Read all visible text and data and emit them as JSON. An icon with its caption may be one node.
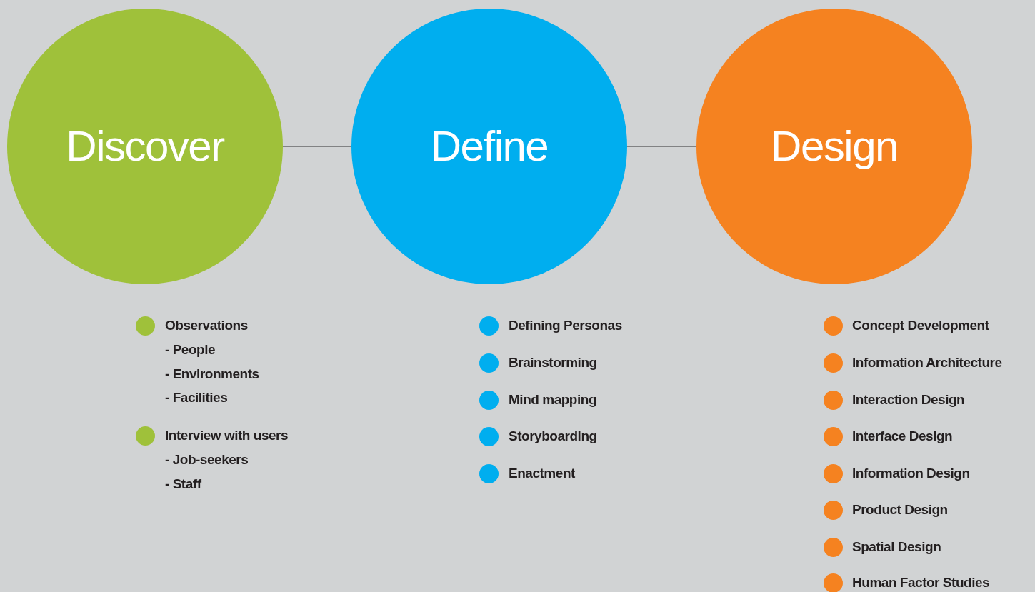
{
  "diagram": {
    "nodes": [
      {
        "text": [
          "Discover"
        ]
      },
      {
        "text": [
          "Define"
        ]
      },
      {
        "text": [
          "Design"
        ]
      }
    ],
    "edges": [
      {
        "from": 0,
        "to": 1,
        "arrow": "none"
      },
      {
        "from": 1,
        "to": 2,
        "arrow": "none"
      }
    ],
    "labels": [
      "Observations",
      "- People",
      "- Environments",
      "- Facilities",
      "Interview with users",
      "- Job-seekers",
      "- Staff",
      "Defining Personas",
      "Brainstorming",
      "Mind mapping",
      "Storyboarding",
      "Enactment",
      "Concept Development",
      "Information Architecture",
      "Interaction Design",
      "Interface Design",
      "Information Design",
      "Product Design",
      "Spatial Design",
      "Human Factor Studies"
    ]
  }
}
